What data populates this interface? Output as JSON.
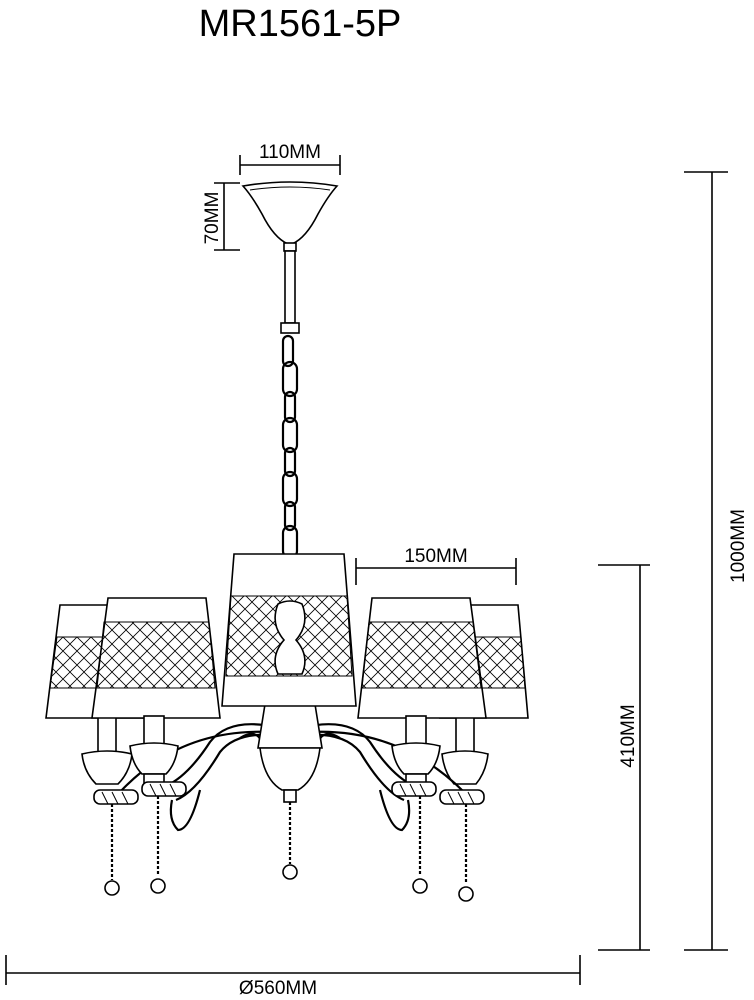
{
  "title": "MR1561-5P",
  "dimensions": {
    "canopy_width": "110MM",
    "canopy_height": "70MM",
    "shade_width": "150MM",
    "total_height": "1000MM",
    "body_height": "410MM",
    "diameter": "Ø560MM"
  }
}
